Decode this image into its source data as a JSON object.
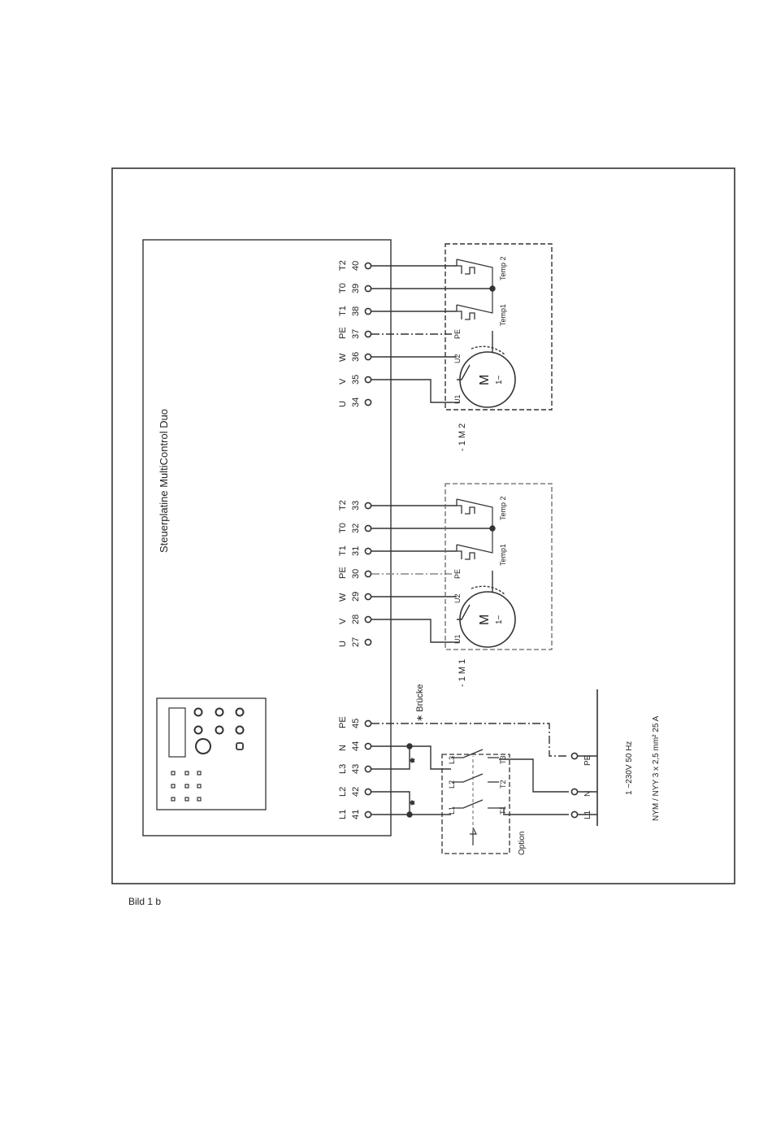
{
  "board_title": "Steuerplatine MultiControl Duo",
  "caption": "Bild 1 b",
  "terminals_main": [
    {
      "num": "41",
      "label": "L1"
    },
    {
      "num": "42",
      "label": "L2"
    },
    {
      "num": "43",
      "label": "L3"
    },
    {
      "num": "44",
      "label": "N"
    },
    {
      "num": "45",
      "label": "PE"
    }
  ],
  "terminals_m1": [
    {
      "num": "27",
      "label": "U"
    },
    {
      "num": "28",
      "label": "V"
    },
    {
      "num": "29",
      "label": "W"
    },
    {
      "num": "30",
      "label": "PE"
    },
    {
      "num": "31",
      "label": "T1"
    },
    {
      "num": "32",
      "label": "T0"
    },
    {
      "num": "33",
      "label": "T2"
    }
  ],
  "terminals_m2": [
    {
      "num": "34",
      "label": "U"
    },
    {
      "num": "35",
      "label": "V"
    },
    {
      "num": "36",
      "label": "W"
    },
    {
      "num": "37",
      "label": "PE"
    },
    {
      "num": "38",
      "label": "T1"
    },
    {
      "num": "39",
      "label": "T0"
    },
    {
      "num": "40",
      "label": "T2"
    }
  ],
  "motor1": {
    "label": "- 1 M 1",
    "symbol": "M",
    "phase": "1~",
    "u1": "U1",
    "u2": "U2",
    "pe": "PE",
    "temp1": "Temp1",
    "temp2": "Temp 2"
  },
  "motor2": {
    "label": "- 1 M 2",
    "symbol": "M",
    "phase": "1~",
    "u1": "U1",
    "u2": "U2",
    "pe": "PE",
    "temp1": "Temp1",
    "temp2": "Temp 2"
  },
  "bridge_label": "∗ Brücke",
  "star": "*",
  "option": {
    "label": "Option",
    "in": [
      "L1",
      "L2",
      "L3"
    ],
    "out": [
      "T1",
      "T2",
      "T3"
    ]
  },
  "supply": {
    "terminals": [
      "L1",
      "N",
      "PE"
    ],
    "voltage": "1 ~230V  50 Hz",
    "cable": "NYM / NYY 3 x 2,5 mm² 25 A"
  }
}
